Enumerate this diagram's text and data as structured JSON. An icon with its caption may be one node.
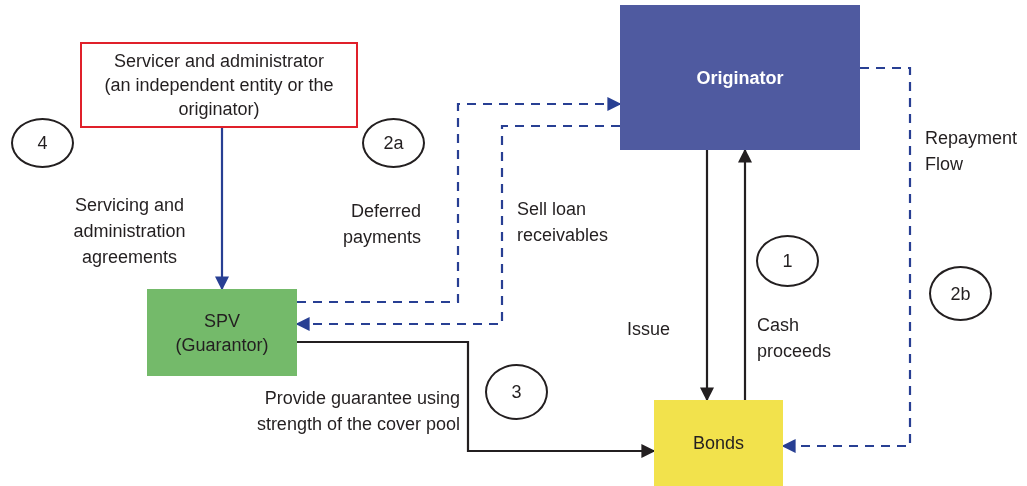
{
  "diagram": {
    "nodes": [
      {
        "text": [
          "Servicer and administrator (an independent entity or the originator)"
        ]
      },
      {
        "text": [
          "Originator"
        ]
      },
      {
        "text": [
          "SPV (Guarantor)"
        ]
      },
      {
        "text": [
          "Bonds"
        ]
      },
      {
        "text": [
          "4"
        ]
      },
      {
        "text": [
          "2a"
        ]
      },
      {
        "text": [
          "1"
        ]
      },
      {
        "text": [
          "2b"
        ]
      },
      {
        "text": [
          "3"
        ]
      }
    ],
    "edges": [
      {
        "from": 0,
        "to": 2,
        "arrow": "to",
        "label": "Servicing and administration agreements"
      },
      {
        "from": 2,
        "to": 1,
        "arrow": "to",
        "style": "dashed",
        "label": "Deferred payments"
      },
      {
        "from": 1,
        "to": 2,
        "arrow": "to",
        "style": "dashed",
        "label": "Sell loan receivables"
      },
      {
        "from": 1,
        "to": 3,
        "arrow": "to",
        "color": "#231f20",
        "label": "Issue"
      },
      {
        "from": 3,
        "to": 1,
        "arrow": "to",
        "color": "#231f20",
        "label": "Cash proceeds"
      },
      {
        "from": 1,
        "to": 3,
        "arrow": "to",
        "style": "dashed",
        "label": "Repayment Flow"
      },
      {
        "from": 2,
        "to": 3,
        "arrow": "to",
        "color": "#231f20",
        "label": "Provide guarantee using strength of the cover pool"
      }
    ]
  }
}
